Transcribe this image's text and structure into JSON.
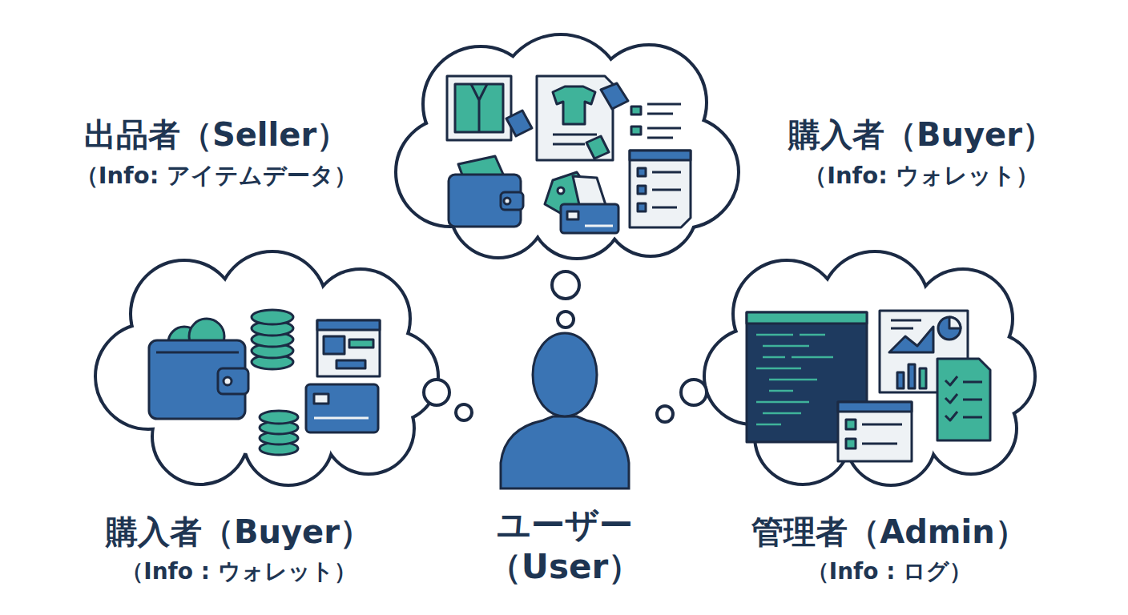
{
  "diagram": {
    "labels": [
      "出品者（Seller）",
      "（Info: アイテムデータ）",
      "購入者（Buyer）",
      "（Info: ウォレット）",
      "購入者（Buyer）",
      "（Info : ウォレット）",
      "ユーザー",
      "（User）",
      "管理者（Admin）",
      "（Info : ログ）"
    ]
  }
}
